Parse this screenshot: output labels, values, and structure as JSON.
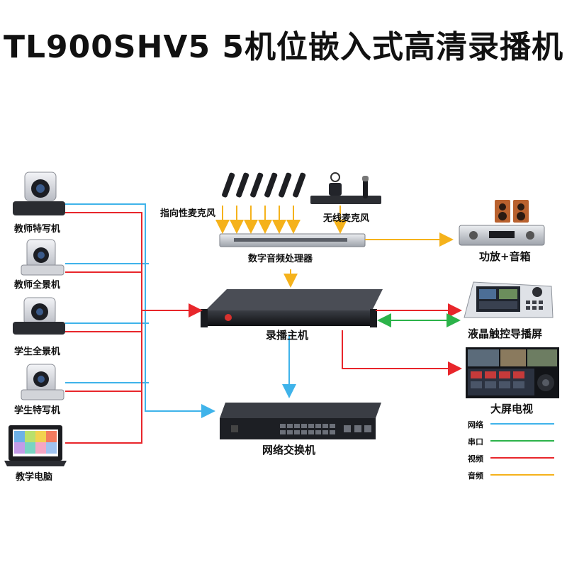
{
  "title": "TL900SHV5  5机位嵌入式高清录播机",
  "devices": {
    "teacher_closeup": "教师特写机",
    "teacher_wide": "教师全景机",
    "student_wide": "学生全景机",
    "student_closeup": "学生特写机",
    "teaching_pc": "教学电脑",
    "directional_mic": "指向性麦克风",
    "wireless_mic": "无线麦克风",
    "audio_processor": "数字音频处理器",
    "recorder_host": "录播主机",
    "network_switch": "网络交换机",
    "amplifier_speakers": "功放+音箱",
    "touch_director_screen": "液晶触控导播屏",
    "big_screen_tv": "大屏电视"
  },
  "legend": [
    {
      "label": "网络",
      "color": "#3fb3ea"
    },
    {
      "label": "串口",
      "color": "#2cb34a"
    },
    {
      "label": "视频",
      "color": "#e8262b"
    },
    {
      "label": "音频",
      "color": "#f5b21b"
    }
  ],
  "colors": {
    "network": "#3fb3ea",
    "serial": "#2cb34a",
    "video": "#e8262b",
    "audio": "#f5b21b"
  }
}
